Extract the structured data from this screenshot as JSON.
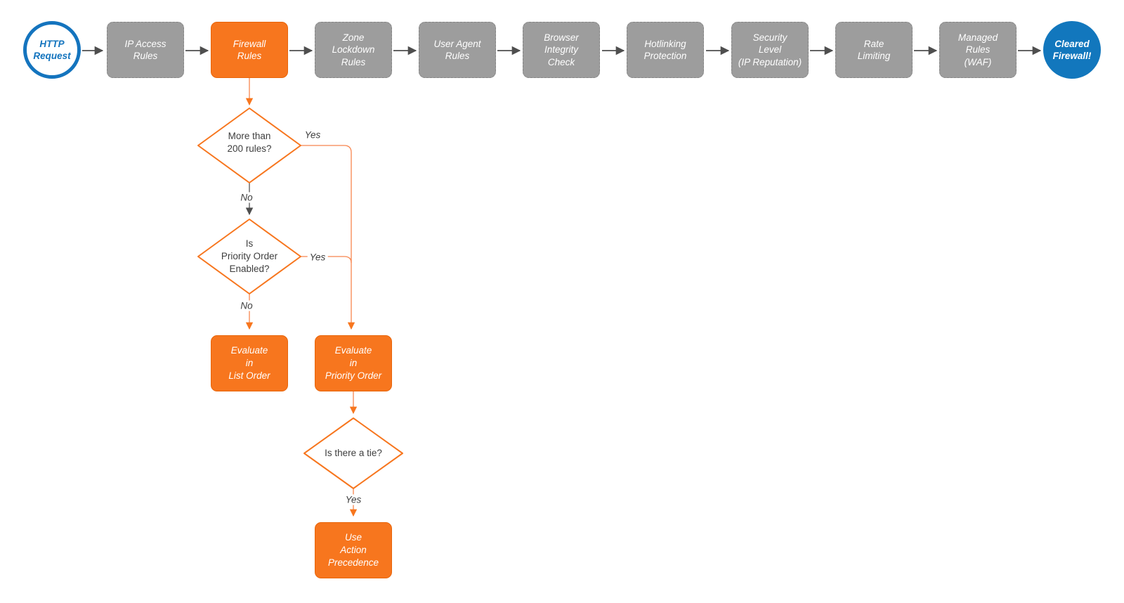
{
  "colors": {
    "accent_orange": "#F7761E",
    "stage_gray": "#9D9D9D",
    "terminal_blue": "#1474BE",
    "connector_gray": "#4E4E4E",
    "connector_orange": "#F8854E",
    "text_dark": "#3E3E3E",
    "text_light": "#FFFFFF"
  },
  "flow": {
    "start": {
      "label": "HTTP\nRequest"
    },
    "stages": [
      {
        "label": "IP Access\nRules",
        "highlighted": false
      },
      {
        "label": "Firewall\nRules",
        "highlighted": true
      },
      {
        "label": "Zone\nLockdown\nRules",
        "highlighted": false
      },
      {
        "label": "User Agent\nRules",
        "highlighted": false
      },
      {
        "label": "Browser\nIntegrity\nCheck",
        "highlighted": false
      },
      {
        "label": "Hotlinking\nProtection",
        "highlighted": false
      },
      {
        "label": "Security\nLevel\n(IP Reputation)",
        "highlighted": false
      },
      {
        "label": "Rate\nLimiting",
        "highlighted": false
      },
      {
        "label": "Managed\nRules\n(WAF)",
        "highlighted": false
      }
    ],
    "end": {
      "label": "Cleared\nFirewall!"
    }
  },
  "firewall_branch": {
    "decisions": {
      "more_than_200": {
        "question": "More than\n200 rules?",
        "yes": "Yes",
        "no": "No"
      },
      "priority_enabled": {
        "question": "Is\nPriority Order\nEnabled?",
        "yes": "Yes",
        "no": "No"
      },
      "tie": {
        "question": "Is there a tie?",
        "yes": "Yes"
      }
    },
    "outcomes": {
      "list_order": {
        "label": "Evaluate\nin\nList Order"
      },
      "priority_order": {
        "label": "Evaluate\nin\nPriority Order"
      },
      "action_precedence": {
        "label": "Use\nAction\nPrecedence"
      }
    }
  }
}
